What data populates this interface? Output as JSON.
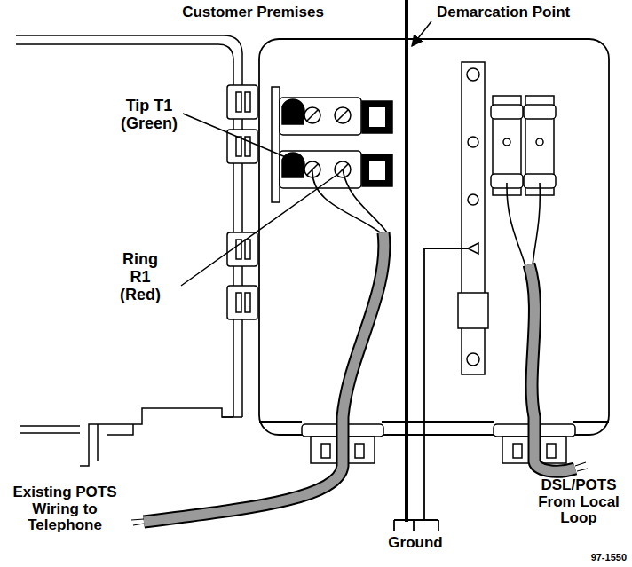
{
  "diagram": {
    "labels": [
      "Customer Premises",
      "Demarcation Point",
      "Tip T1 (Green)",
      "Ring R1 (Red)",
      "Existing POTS Wiring to Telephone",
      "Ground",
      "DSL/POTS From Local Loop",
      "97-1550"
    ]
  }
}
